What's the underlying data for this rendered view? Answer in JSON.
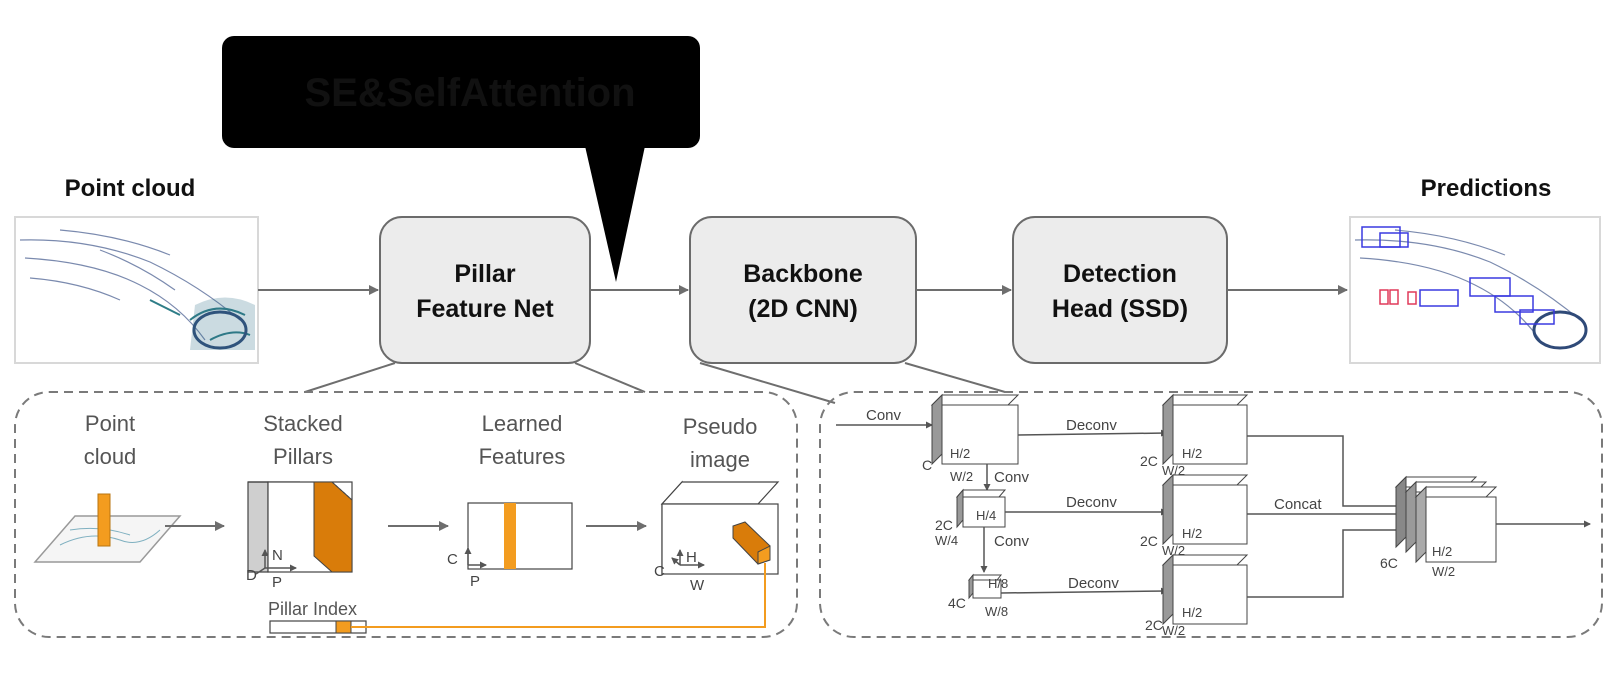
{
  "callout": {
    "text": "SE&SelfAttention"
  },
  "inputs": {
    "point_cloud_title": "Point cloud",
    "predictions_title": "Predictions"
  },
  "blocks": {
    "pfn": [
      "Pillar",
      "Feature Net"
    ],
    "backbone": [
      "Backbone",
      "(2D CNN)"
    ],
    "head": [
      "Detection",
      "Head (SSD)"
    ]
  },
  "pfn_detail": {
    "point_cloud": [
      "Point",
      "cloud"
    ],
    "stacked_pillars": [
      "Stacked",
      "Pillars"
    ],
    "learned_features": [
      "Learned",
      "Features"
    ],
    "pseudo_image": [
      "Pseudo",
      "image"
    ],
    "pillar_index": "Pillar Index",
    "axes": {
      "D": "D",
      "N": "N",
      "P": "P",
      "C": "C",
      "H": "H",
      "W": "W"
    }
  },
  "backbone_detail": {
    "conv": "Conv",
    "deconv": "Deconv",
    "concat": "Concat",
    "c": "C",
    "two_c": "2C",
    "four_c": "4C",
    "six_c": "6C",
    "h2": "H/2",
    "w2": "W/2",
    "h4": "H/4",
    "w4": "W/4",
    "h8": "H/8",
    "w8": "W/8"
  },
  "colors": {
    "block_fill": "#ececec",
    "block_stroke": "#6b6b6b",
    "orange": "#f39c1f",
    "dark_orange": "#d97c0a",
    "callout": "#000000",
    "arrow": "#6e6e6e"
  }
}
